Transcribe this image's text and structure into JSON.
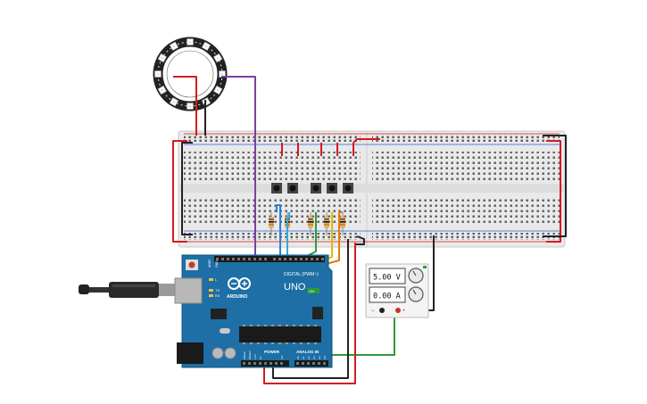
{
  "circuit": {
    "components": [
      {
        "id": "neopixel-ring",
        "type": "NeoPixel ring",
        "leds": 12
      },
      {
        "id": "breadboard",
        "type": "full-size breadboard",
        "columns": 60
      },
      {
        "id": "arduino",
        "type": "Arduino Uno"
      },
      {
        "id": "power-supply",
        "type": "DC power supply"
      },
      {
        "id": "usb-cable",
        "type": "USB cable"
      },
      {
        "id": "buttons",
        "type": "push button",
        "count": 5
      },
      {
        "id": "resistors",
        "type": "resistor",
        "count": 5
      }
    ],
    "colors": {
      "wire_red": "#d11c1c",
      "wire_black": "#222222",
      "wire_purple": "#7b3fa6",
      "wire_green": "#2e9b3a",
      "wire_yellow": "#e6b800",
      "wire_orange": "#e07a10",
      "wire_blue": "#2a7fd4",
      "wire_cyan": "#33aadd",
      "arduino_blue": "#1d6fa5",
      "breadboard": "#e9e9e9",
      "rail_red": "#d11c1c",
      "rail_blue": "#2a5ad4"
    }
  },
  "arduino": {
    "brand": "ARDUINO",
    "model": "UNO",
    "digital_label": "DIGITAL (PWM~)",
    "power_label": "POWER",
    "analog_label": "ANALOG IN",
    "on_label": "ON",
    "tx_label": "TX",
    "rx_label": "RX",
    "l_label": "L",
    "aref_label": "AREF",
    "gnd_label": "GND",
    "ioref_label": "IOREF",
    "reset_label": "RESET",
    "v33_label": "3.3V",
    "v5_label": "5V",
    "vin_label": "Vin",
    "a0_label": "A0",
    "a1_label": "A1",
    "a2_label": "A2",
    "a3_label": "A3",
    "a4_label": "A4",
    "a5_label": "A5"
  },
  "power_supply": {
    "voltage": "5.00 V",
    "current": "0.00 A",
    "minus_label": "−",
    "plus_label": "+"
  }
}
